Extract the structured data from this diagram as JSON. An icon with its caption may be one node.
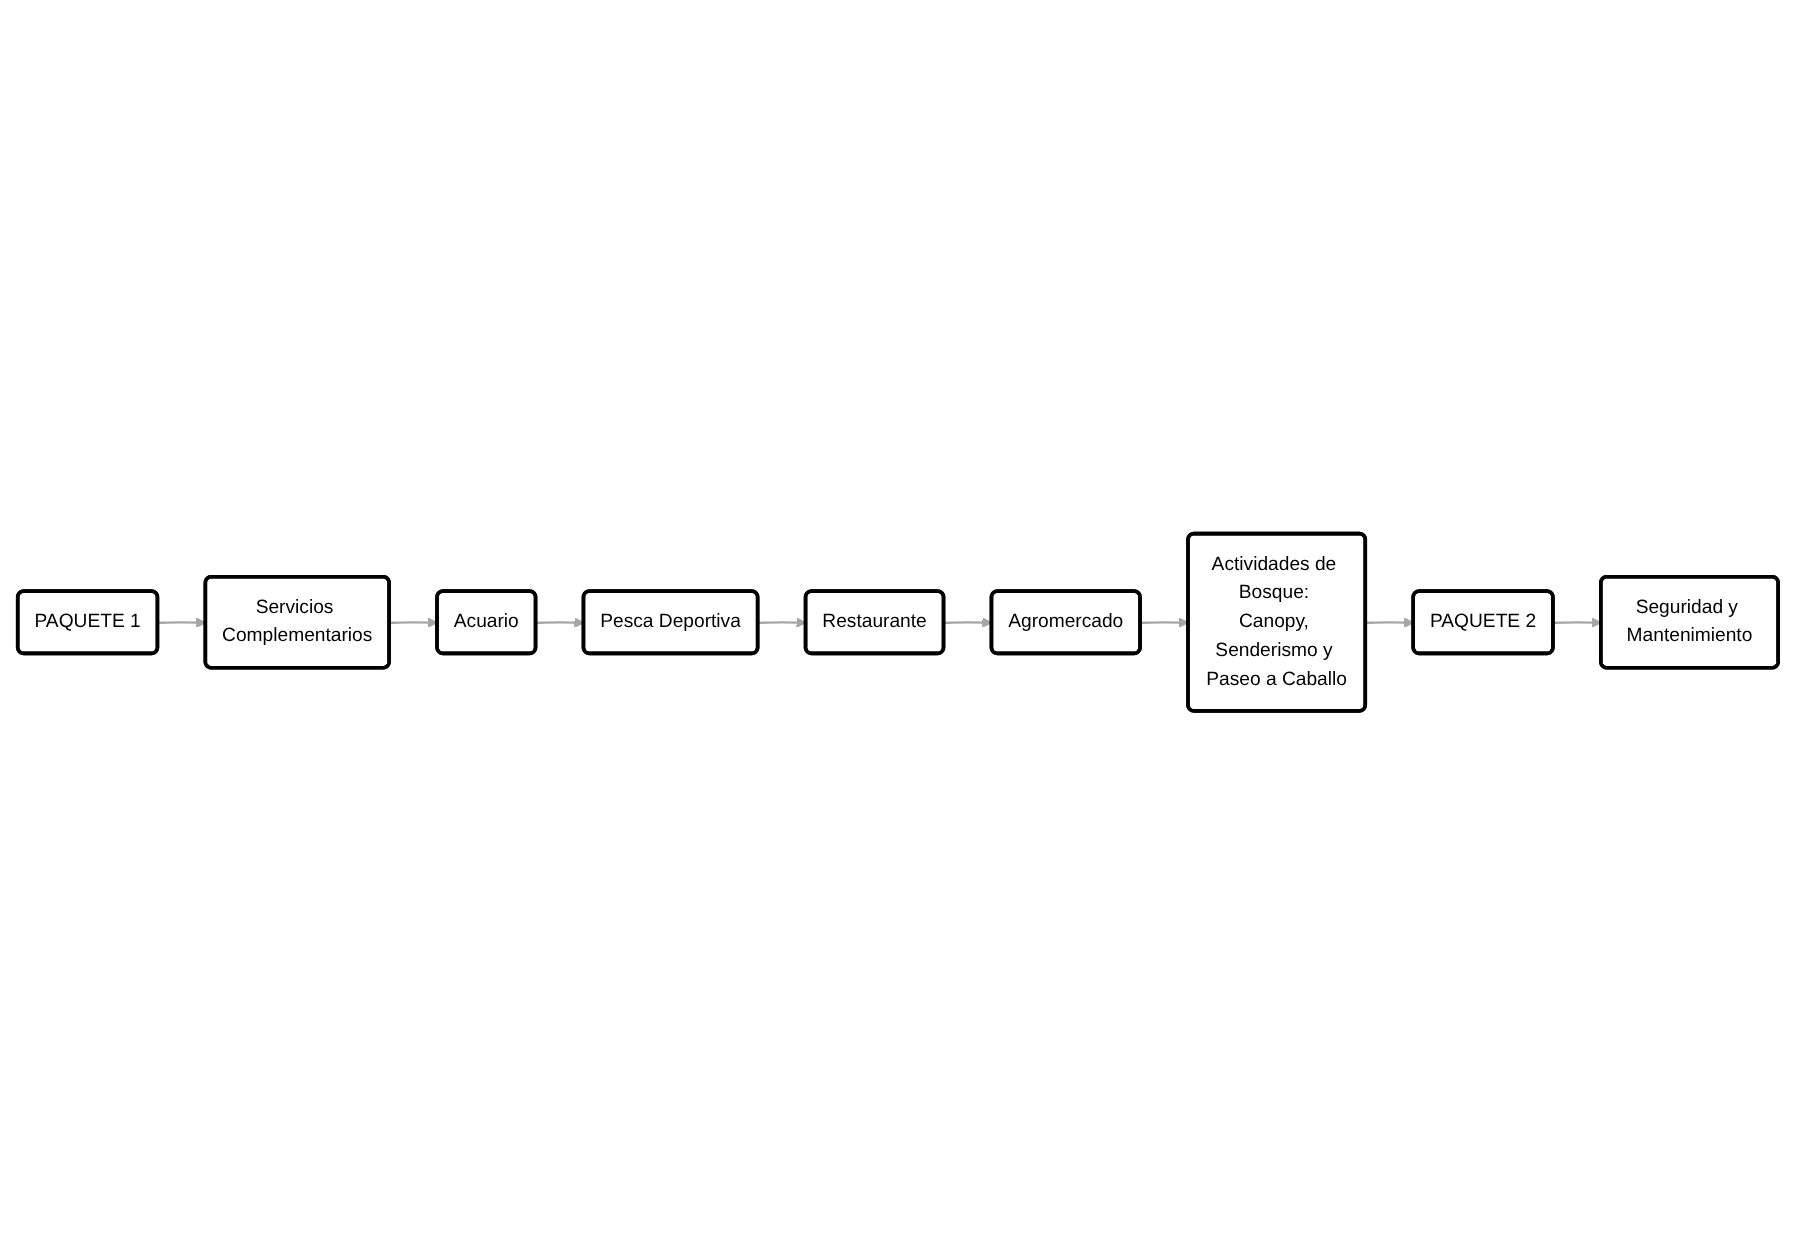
{
  "diagram": {
    "nodes": [
      {
        "text": [
          "PAQUETE 1"
        ]
      },
      {
        "text": [
          "Servicios Complementarios"
        ]
      },
      {
        "text": [
          "Acuario"
        ]
      },
      {
        "text": [
          "Pesca Deportiva"
        ]
      },
      {
        "text": [
          "Restaurante"
        ]
      },
      {
        "text": [
          "Agromercado"
        ]
      },
      {
        "text": [
          "Actividades de Bosque: Canopy, Senderismo y Paseo a Caballo"
        ]
      },
      {
        "text": [
          "PAQUETE 2"
        ]
      },
      {
        "text": [
          "Seguridad y Mantenimiento"
        ]
      }
    ],
    "edges": [
      {
        "from": 0,
        "to": 1,
        "arrow": "to"
      },
      {
        "from": 1,
        "to": 2,
        "arrow": "to"
      },
      {
        "from": 2,
        "to": 3,
        "arrow": "to"
      },
      {
        "from": 3,
        "to": 4,
        "arrow": "to"
      },
      {
        "from": 4,
        "to": 5,
        "arrow": "to"
      },
      {
        "from": 5,
        "to": 6,
        "arrow": "to"
      },
      {
        "from": 6,
        "to": 7,
        "arrow": "to"
      },
      {
        "from": 7,
        "to": 8,
        "arrow": "to"
      }
    ]
  }
}
